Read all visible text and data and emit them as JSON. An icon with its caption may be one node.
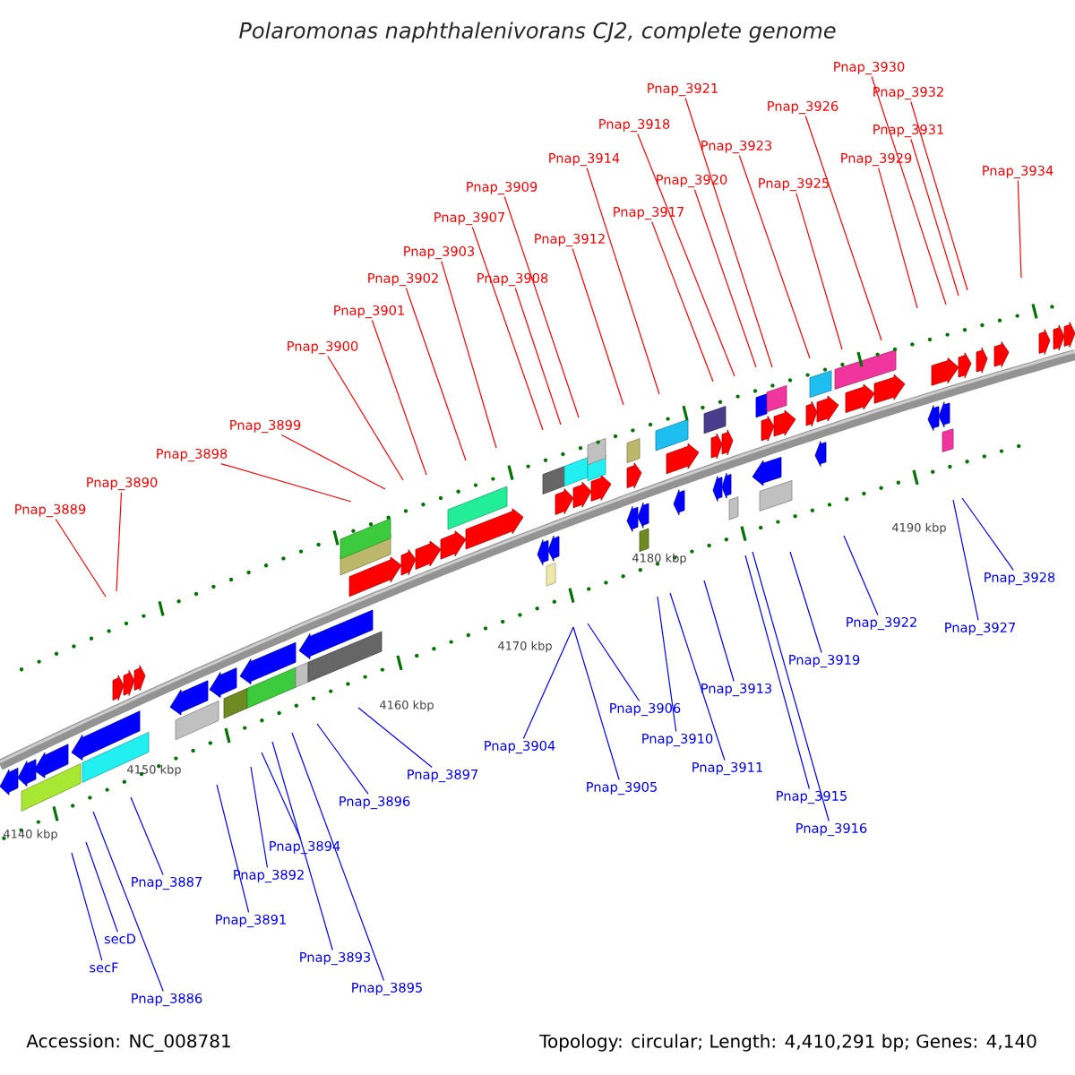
{
  "diagram": {
    "title": "Polaromonas naphthalenivorans CJ2, complete genome",
    "nodes": [
      {
        "text": [
          "Pnap_3889"
        ]
      },
      {
        "text": [
          "Pnap_3890"
        ]
      },
      {
        "text": [
          "Pnap_3898"
        ]
      },
      {
        "text": [
          "Pnap_3899"
        ]
      },
      {
        "text": [
          "Pnap_3900"
        ]
      },
      {
        "text": [
          "Pnap_3901"
        ]
      },
      {
        "text": [
          "Pnap_3902"
        ]
      },
      {
        "text": [
          "Pnap_3903"
        ]
      },
      {
        "text": [
          "Pnap_3907"
        ]
      },
      {
        "text": [
          "Pnap_3908"
        ]
      },
      {
        "text": [
          "Pnap_3909"
        ]
      },
      {
        "text": [
          "Pnap_3912"
        ]
      },
      {
        "text": [
          "Pnap_3914"
        ]
      },
      {
        "text": [
          "Pnap_3917"
        ]
      },
      {
        "text": [
          "Pnap_3918"
        ]
      },
      {
        "text": [
          "Pnap_3920"
        ]
      },
      {
        "text": [
          "Pnap_3921"
        ]
      },
      {
        "text": [
          "Pnap_3923"
        ]
      },
      {
        "text": [
          "Pnap_3925"
        ]
      },
      {
        "text": [
          "Pnap_3926"
        ]
      },
      {
        "text": [
          "Pnap_3929"
        ]
      },
      {
        "text": [
          "Pnap_3930"
        ]
      },
      {
        "text": [
          "Pnap_3931"
        ]
      },
      {
        "text": [
          "Pnap_3932"
        ]
      },
      {
        "text": [
          "Pnap_3934"
        ]
      },
      {
        "text": [
          "secF"
        ]
      },
      {
        "text": [
          "secD"
        ]
      },
      {
        "text": [
          "Pnap_3886"
        ]
      },
      {
        "text": [
          "Pnap_3887"
        ]
      },
      {
        "text": [
          "Pnap_3891"
        ]
      },
      {
        "text": [
          "Pnap_3892"
        ]
      },
      {
        "text": [
          "Pnap_3893"
        ]
      },
      {
        "text": [
          "Pnap_3894"
        ]
      },
      {
        "text": [
          "Pnap_3895"
        ]
      },
      {
        "text": [
          "Pnap_3896"
        ]
      },
      {
        "text": [
          "Pnap_3897"
        ]
      },
      {
        "text": [
          "Pnap_3904"
        ]
      },
      {
        "text": [
          "Pnap_3905"
        ]
      },
      {
        "text": [
          "Pnap_3906"
        ]
      },
      {
        "text": [
          "Pnap_3910"
        ]
      },
      {
        "text": [
          "Pnap_3911"
        ]
      },
      {
        "text": [
          "Pnap_3913"
        ]
      },
      {
        "text": [
          "Pnap_3915"
        ]
      },
      {
        "text": [
          "Pnap_3916"
        ]
      },
      {
        "text": [
          "Pnap_3919"
        ]
      },
      {
        "text": [
          "Pnap_3922"
        ]
      },
      {
        "text": [
          "Pnap_3927"
        ]
      },
      {
        "text": [
          "Pnap_3928"
        ]
      }
    ],
    "edges": [
      {
        "from": 0,
        "to": null,
        "arrow": "none"
      },
      {
        "from": 1,
        "to": null,
        "arrow": "none"
      },
      {
        "from": 2,
        "to": null,
        "arrow": "none"
      },
      {
        "from": 3,
        "to": null,
        "arrow": "none"
      },
      {
        "from": 4,
        "to": null,
        "arrow": "none"
      },
      {
        "from": 5,
        "to": null,
        "arrow": "none"
      },
      {
        "from": 6,
        "to": null,
        "arrow": "none"
      },
      {
        "from": 7,
        "to": null,
        "arrow": "none"
      },
      {
        "from": 8,
        "to": null,
        "arrow": "none"
      },
      {
        "from": 9,
        "to": null,
        "arrow": "none"
      },
      {
        "from": 10,
        "to": null,
        "arrow": "none"
      },
      {
        "from": 11,
        "to": null,
        "arrow": "none"
      },
      {
        "from": 12,
        "to": null,
        "arrow": "none"
      },
      {
        "from": 13,
        "to": null,
        "arrow": "none"
      },
      {
        "from": 14,
        "to": null,
        "arrow": "none"
      },
      {
        "from": 15,
        "to": null,
        "arrow": "none"
      },
      {
        "from": 16,
        "to": null,
        "arrow": "none"
      },
      {
        "from": 17,
        "to": null,
        "arrow": "none"
      },
      {
        "from": 18,
        "to": null,
        "arrow": "none"
      },
      {
        "from": 19,
        "to": null,
        "arrow": "none"
      },
      {
        "from": 20,
        "to": null,
        "arrow": "none"
      },
      {
        "from": 21,
        "to": null,
        "arrow": "none"
      },
      {
        "from": 22,
        "to": null,
        "arrow": "none"
      },
      {
        "from": 23,
        "to": null,
        "arrow": "none"
      },
      {
        "from": 24,
        "to": null,
        "arrow": "none"
      },
      {
        "from": 25,
        "to": null,
        "arrow": "none",
        "color": "#0000ff"
      },
      {
        "from": 26,
        "to": null,
        "arrow": "none",
        "color": "#0000ff"
      },
      {
        "from": 27,
        "to": null,
        "arrow": "none",
        "color": "#0000ff"
      },
      {
        "from": 28,
        "to": null,
        "arrow": "none",
        "color": "#0000ff"
      },
      {
        "from": 29,
        "to": null,
        "arrow": "none",
        "color": "#0000ff"
      },
      {
        "from": 30,
        "to": null,
        "arrow": "none",
        "color": "#0000ff"
      },
      {
        "from": 31,
        "to": null,
        "arrow": "none",
        "color": "#0000ff"
      },
      {
        "from": 32,
        "to": null,
        "arrow": "none",
        "color": "#0000ff"
      },
      {
        "from": 33,
        "to": null,
        "arrow": "none",
        "color": "#0000ff"
      },
      {
        "from": 34,
        "to": null,
        "arrow": "none",
        "color": "#0000ff"
      },
      {
        "from": 35,
        "to": null,
        "arrow": "none",
        "color": "#0000ff"
      },
      {
        "from": 36,
        "to": null,
        "arrow": "none",
        "color": "#0000ff"
      },
      {
        "from": 37,
        "to": null,
        "arrow": "none",
        "color": "#0000ff"
      },
      {
        "from": 38,
        "to": null,
        "arrow": "none",
        "color": "#0000ff"
      },
      {
        "from": 39,
        "to": null,
        "arrow": "none",
        "color": "#0000ff"
      },
      {
        "from": 40,
        "to": null,
        "arrow": "none",
        "color": "#0000ff"
      },
      {
        "from": 41,
        "to": null,
        "arrow": "none",
        "color": "#0000ff"
      },
      {
        "from": 42,
        "to": null,
        "arrow": "none",
        "color": "#0000ff"
      },
      {
        "from": 43,
        "to": null,
        "arrow": "none",
        "color": "#0000ff"
      },
      {
        "from": 44,
        "to": null,
        "arrow": "none",
        "color": "#0000ff"
      },
      {
        "from": 45,
        "to": null,
        "arrow": "none",
        "color": "#0000ff"
      },
      {
        "from": 46,
        "to": null,
        "arrow": "none",
        "color": "#0000ff"
      },
      {
        "from": 47,
        "to": null,
        "arrow": "none",
        "color": "#0000ff"
      }
    ],
    "labels": [
      "4140 kbp",
      "4150 kbp",
      "4160 kbp",
      "4170 kbp",
      "4180 kbp",
      "4190 kbp",
      "Accession: NC_008781",
      "Topology: circular; Length: 4,410,291 bp; Genes: 4,140"
    ]
  }
}
